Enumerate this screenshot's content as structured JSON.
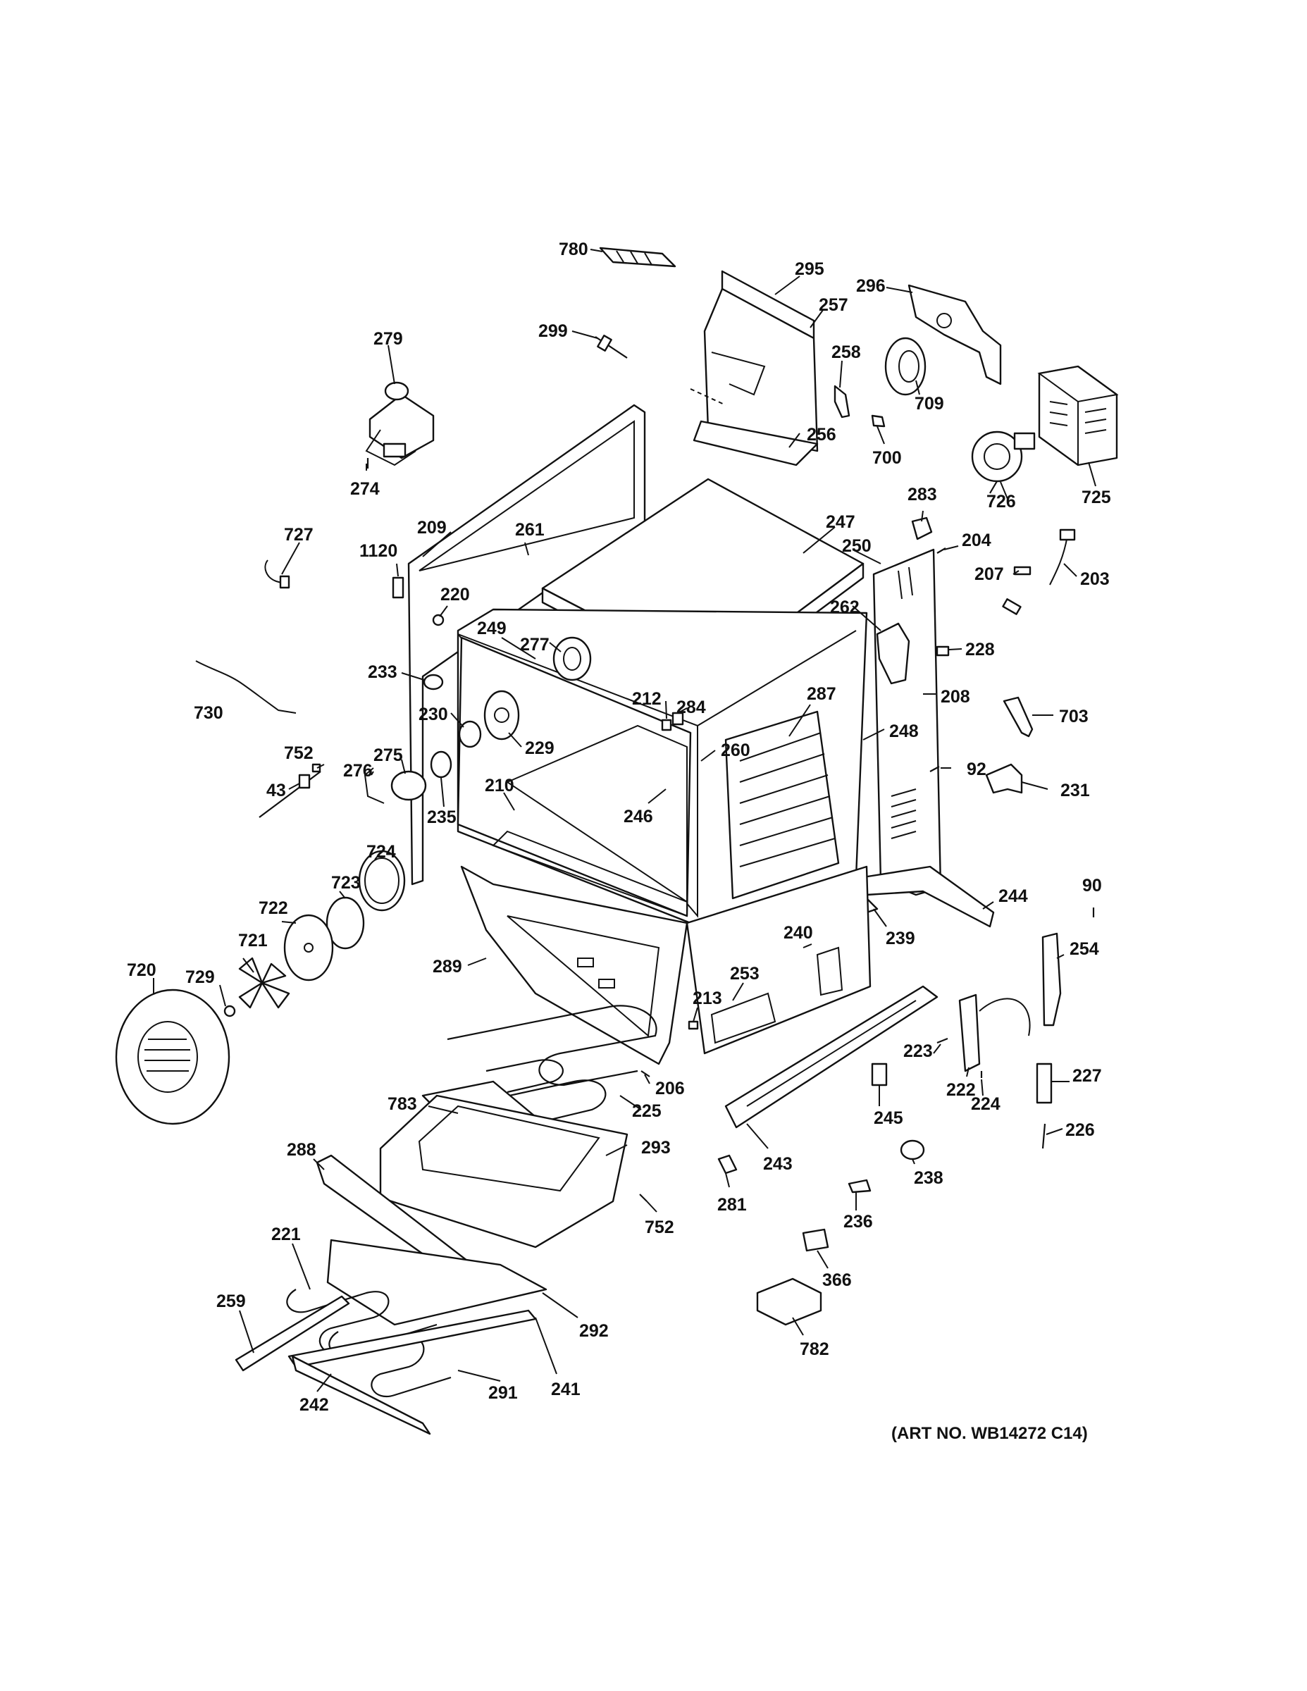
{
  "art_number": "(ART NO. WB14272 C14)",
  "callouts": [
    {
      "id": "780",
      "label": "780"
    },
    {
      "id": "295",
      "label": "295"
    },
    {
      "id": "296",
      "label": "296"
    },
    {
      "id": "257",
      "label": "257"
    },
    {
      "id": "299",
      "label": "299"
    },
    {
      "id": "258",
      "label": "258"
    },
    {
      "id": "279",
      "label": "279"
    },
    {
      "id": "709",
      "label": "709"
    },
    {
      "id": "256",
      "label": "256"
    },
    {
      "id": "700",
      "label": "700"
    },
    {
      "id": "274",
      "label": "274"
    },
    {
      "id": "726",
      "label": "726"
    },
    {
      "id": "725",
      "label": "725"
    },
    {
      "id": "283",
      "label": "283"
    },
    {
      "id": "247",
      "label": "247"
    },
    {
      "id": "727",
      "label": "727"
    },
    {
      "id": "209",
      "label": "209"
    },
    {
      "id": "261",
      "label": "261"
    },
    {
      "id": "204",
      "label": "204"
    },
    {
      "id": "1120",
      "label": "1120"
    },
    {
      "id": "250",
      "label": "250"
    },
    {
      "id": "207",
      "label": "207"
    },
    {
      "id": "203",
      "label": "203"
    },
    {
      "id": "220",
      "label": "220"
    },
    {
      "id": "262",
      "label": "262"
    },
    {
      "id": "249",
      "label": "249"
    },
    {
      "id": "277",
      "label": "277"
    },
    {
      "id": "228",
      "label": "228"
    },
    {
      "id": "233",
      "label": "233"
    },
    {
      "id": "212",
      "label": "212"
    },
    {
      "id": "284",
      "label": "284"
    },
    {
      "id": "287",
      "label": "287"
    },
    {
      "id": "208",
      "label": "208"
    },
    {
      "id": "730",
      "label": "730"
    },
    {
      "id": "230",
      "label": "230"
    },
    {
      "id": "229",
      "label": "229"
    },
    {
      "id": "260",
      "label": "260"
    },
    {
      "id": "248",
      "label": "248"
    },
    {
      "id": "703",
      "label": "703"
    },
    {
      "id": "752a",
      "label": "752"
    },
    {
      "id": "275",
      "label": "275"
    },
    {
      "id": "92",
      "label": "92"
    },
    {
      "id": "43",
      "label": "43"
    },
    {
      "id": "276",
      "label": "276"
    },
    {
      "id": "210",
      "label": "210"
    },
    {
      "id": "231",
      "label": "231"
    },
    {
      "id": "235",
      "label": "235"
    },
    {
      "id": "246",
      "label": "246"
    },
    {
      "id": "724",
      "label": "724"
    },
    {
      "id": "723",
      "label": "723"
    },
    {
      "id": "244",
      "label": "244"
    },
    {
      "id": "90",
      "label": "90"
    },
    {
      "id": "722",
      "label": "722"
    },
    {
      "id": "240",
      "label": "240"
    },
    {
      "id": "239",
      "label": "239"
    },
    {
      "id": "721",
      "label": "721"
    },
    {
      "id": "254",
      "label": "254"
    },
    {
      "id": "720",
      "label": "720"
    },
    {
      "id": "729",
      "label": "729"
    },
    {
      "id": "289",
      "label": "289"
    },
    {
      "id": "253",
      "label": "253"
    },
    {
      "id": "213",
      "label": "213"
    },
    {
      "id": "223",
      "label": "223"
    },
    {
      "id": "206",
      "label": "206"
    },
    {
      "id": "227",
      "label": "227"
    },
    {
      "id": "222",
      "label": "222"
    },
    {
      "id": "224",
      "label": "224"
    },
    {
      "id": "783",
      "label": "783"
    },
    {
      "id": "225",
      "label": "225"
    },
    {
      "id": "245",
      "label": "245"
    },
    {
      "id": "226",
      "label": "226"
    },
    {
      "id": "288",
      "label": "288"
    },
    {
      "id": "293",
      "label": "293"
    },
    {
      "id": "243",
      "label": "243"
    },
    {
      "id": "238",
      "label": "238"
    },
    {
      "id": "281",
      "label": "281"
    },
    {
      "id": "752b",
      "label": "752"
    },
    {
      "id": "236",
      "label": "236"
    },
    {
      "id": "221",
      "label": "221"
    },
    {
      "id": "366",
      "label": "366"
    },
    {
      "id": "292",
      "label": "292"
    },
    {
      "id": "259",
      "label": "259"
    },
    {
      "id": "782",
      "label": "782"
    },
    {
      "id": "241",
      "label": "241"
    },
    {
      "id": "291",
      "label": "291"
    },
    {
      "id": "242",
      "label": "242"
    }
  ]
}
